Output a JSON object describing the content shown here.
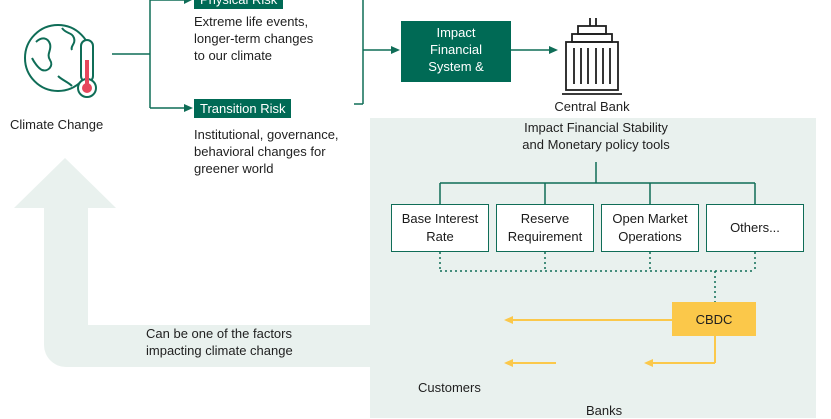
{
  "climate": {
    "label": "Climate Change"
  },
  "physical_risk": {
    "tag": "Physical Risk",
    "lines": [
      "Extreme life events,",
      "longer-term changes",
      "to our climate"
    ]
  },
  "transition_risk": {
    "tag": "Transition Risk",
    "lines": [
      "Institutional, governance,",
      "behavioral changes for",
      "greener world"
    ]
  },
  "impact_box": {
    "lines": [
      "Impact",
      "Financial",
      "System &"
    ]
  },
  "central_bank": {
    "label": "Central Bank",
    "caption_lines": [
      "Impact Financial Stability",
      "and Monetary policy tools"
    ]
  },
  "tools": [
    {
      "lines": [
        "Base Interest",
        "Rate"
      ]
    },
    {
      "lines": [
        "Reserve",
        "Requirement"
      ]
    },
    {
      "lines": [
        "Open Market",
        "Operations"
      ]
    },
    {
      "lines": [
        "Others..."
      ]
    }
  ],
  "cbdc": {
    "label": "CBDC"
  },
  "customers": {
    "label": "Customers"
  },
  "banks": {
    "label": "Banks"
  },
  "feedback": {
    "lines": [
      "Can be one of the factors",
      "impacting climate change"
    ]
  },
  "colors": {
    "green": "#006a55",
    "light_green": "#e9f1ee",
    "yellow": "#fbc84a",
    "white": "#ffffff"
  },
  "icons": [
    "earth-thermometer-icon",
    "bank-building-icon"
  ]
}
